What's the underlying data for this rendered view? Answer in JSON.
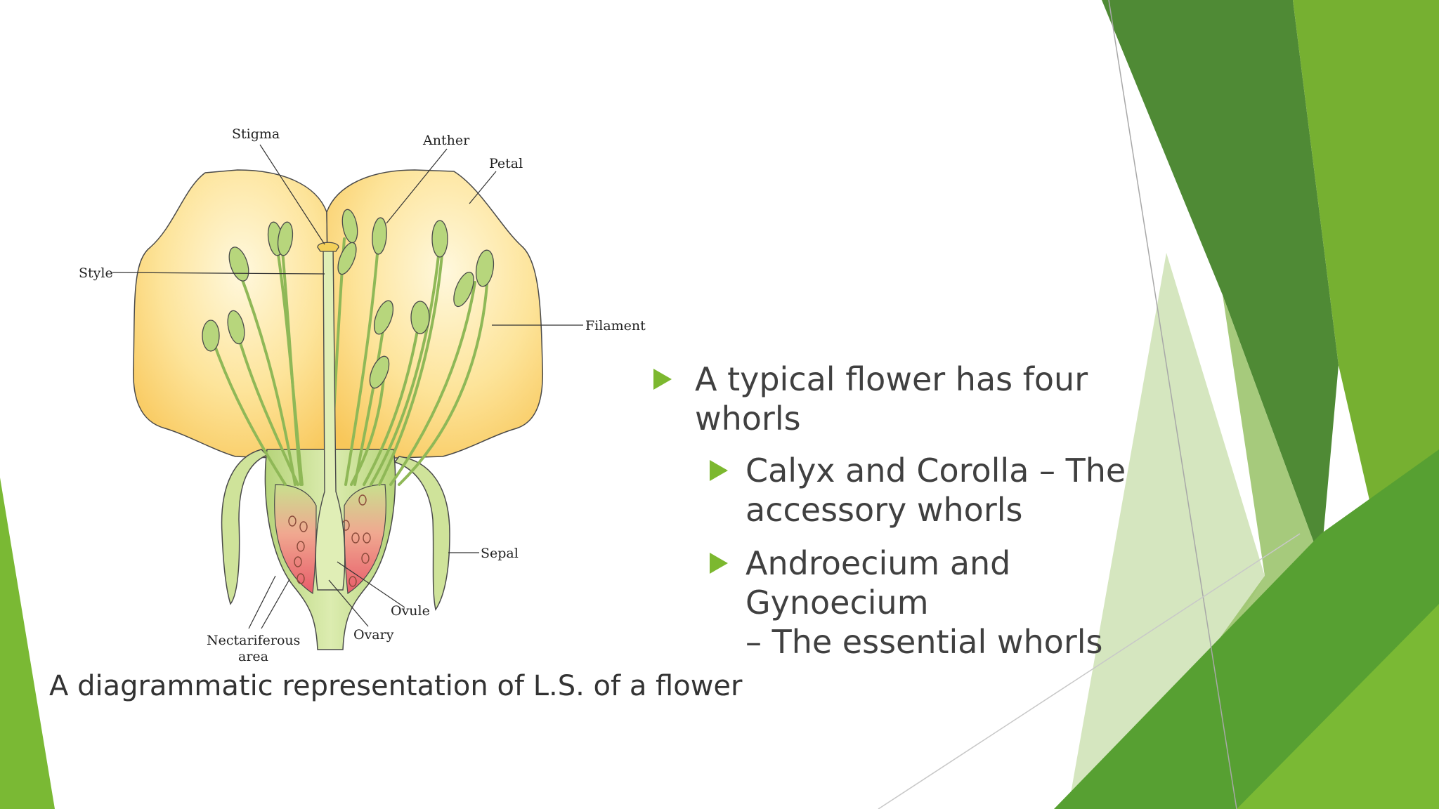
{
  "theme": {
    "accent": "#7cb82f",
    "accent_dark": "#568a35",
    "text_color": "#404040"
  },
  "diagram": {
    "labels": {
      "stigma": "Stigma",
      "anther": "Anther",
      "petal": "Petal",
      "style": "Style",
      "filament": "Filament",
      "sepal": "Sepal",
      "ovule": "Ovule",
      "ovary": "Ovary",
      "nectariferous_1": "Nectariferous",
      "nectariferous_2": "area"
    },
    "caption": "A diagrammatic representation of L.S. of a flower"
  },
  "bullets": [
    {
      "level": 1,
      "text": "A typical flower has four whorls"
    },
    {
      "level": 2,
      "lines": [
        "Calyx and Corolla – The",
        "accessory whorls"
      ]
    },
    {
      "level": 2,
      "lines": [
        "Androecium and Gynoecium",
        "– The essential whorls"
      ]
    }
  ]
}
